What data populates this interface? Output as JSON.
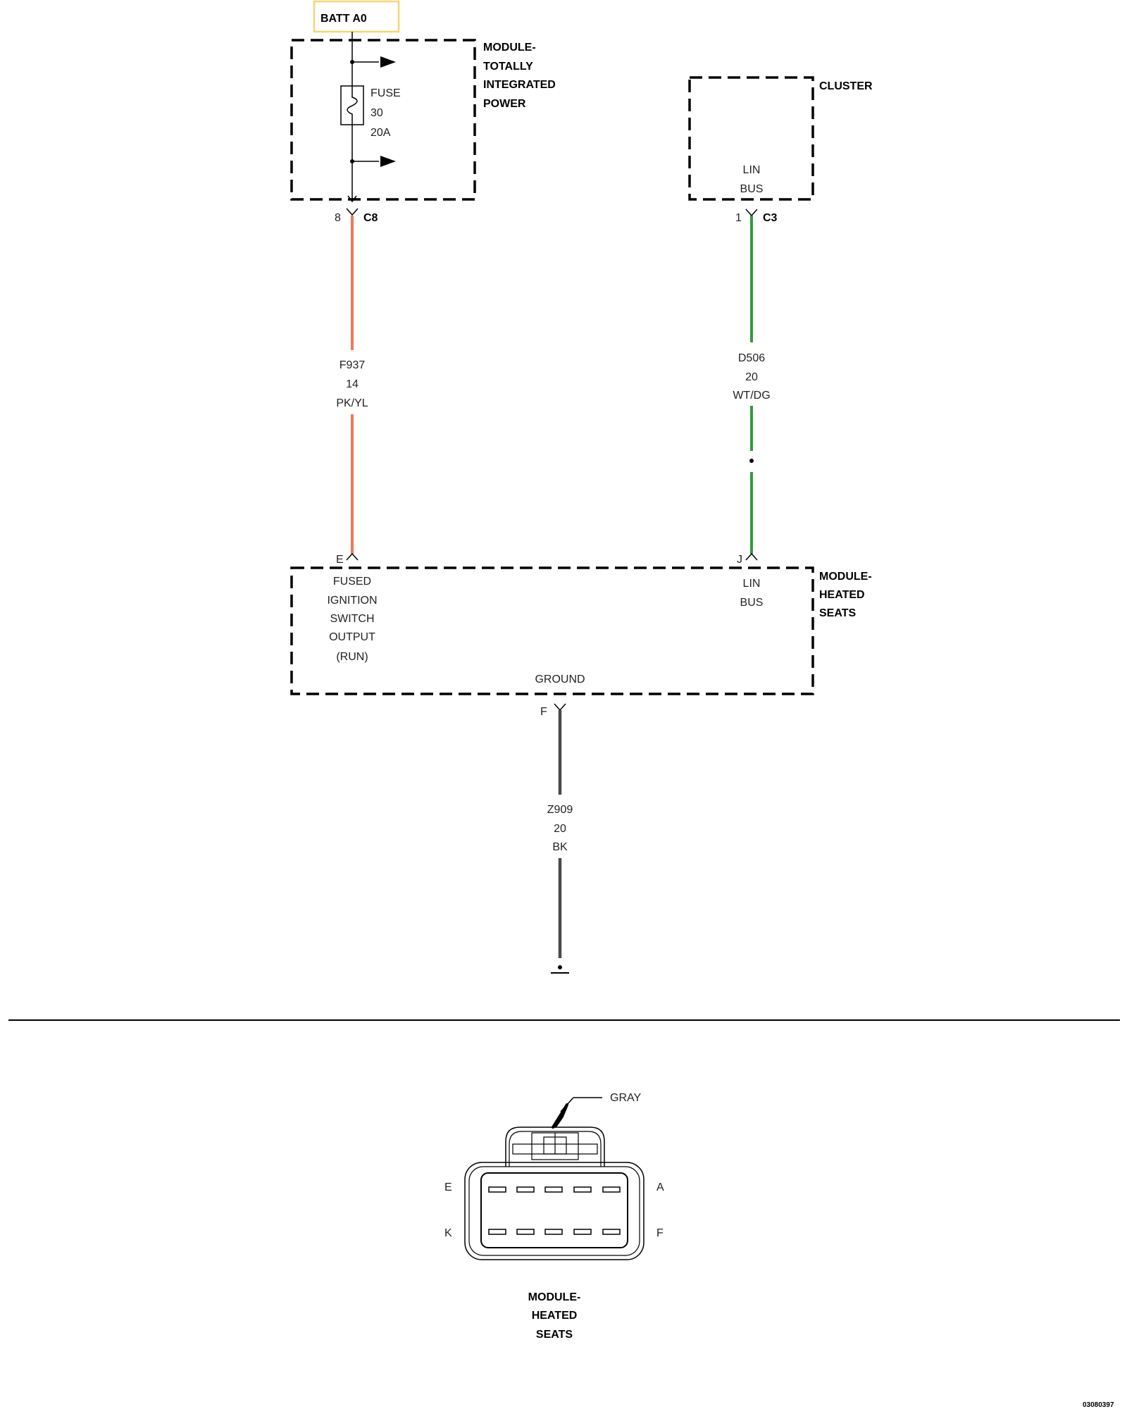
{
  "batt": {
    "label": "BATT A0",
    "border_color": "#f2d675"
  },
  "tipm": {
    "name_lines": [
      "MODULE-",
      "TOTALLY",
      "INTEGRATED",
      "POWER"
    ],
    "fuse_lines": [
      "FUSE",
      "30",
      "20A"
    ],
    "connector": "C8",
    "pin": "8"
  },
  "cluster": {
    "name": "CLUSTER",
    "bus_lines": [
      "LIN",
      "BUS"
    ],
    "connector": "C3",
    "pin": "1"
  },
  "wires": [
    {
      "circuit": "F937",
      "gauge": "14",
      "color_code": "PK/YL",
      "color": "#f07a55"
    },
    {
      "circuit": "D506",
      "gauge": "20",
      "color_code": "WT/DG",
      "color": "#2e9e3e"
    },
    {
      "circuit": "Z909",
      "gauge": "20",
      "color_code": "BK",
      "color": "#4a4a4a"
    }
  ],
  "heated_seats": {
    "name_lines": [
      "MODULE-",
      "HEATED",
      "SEATS"
    ],
    "pin_e": "E",
    "pin_e_lines": [
      "FUSED",
      "IGNITION",
      "SWITCH",
      "OUTPUT",
      "(RUN)"
    ],
    "pin_j": "J",
    "pin_j_lines": [
      "LIN",
      "BUS"
    ],
    "pin_f": "F",
    "ground_label": "GROUND"
  },
  "connector_view": {
    "color_label": "GRAY",
    "pins": {
      "top_left": "E",
      "top_right": "A",
      "bottom_left": "K",
      "bottom_right": "F"
    },
    "name_lines": [
      "MODULE-",
      "HEATED",
      "SEATS"
    ]
  },
  "figure_id": "03080397"
}
